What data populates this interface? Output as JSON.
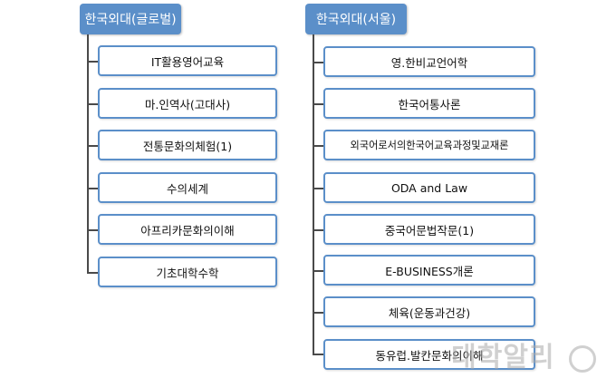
{
  "tree_left": {
    "title": "한국외대(글로벌)",
    "items": [
      "IT활용영어교육",
      "마.인역사(고대사)",
      "전통문화의체험(1)",
      "수의세계",
      "아프리카문화의이해",
      "기초대학수학"
    ]
  },
  "tree_right": {
    "title": "한국외대(서울)",
    "items": [
      "영.한비교언어학",
      "한국어통사론",
      "외국어로서의한국어교육과정및교재론",
      "ODA and Law",
      "중국어문법작문(1)",
      "E-BUSINESS개론",
      "체육(운동과건강)",
      "동유럽.발칸문화의이해"
    ]
  },
  "watermark": "대학알리",
  "colors": {
    "header_fill": "#5b8fc9",
    "box_border": "#5b8fc9",
    "connector": "#4a4a4a"
  }
}
